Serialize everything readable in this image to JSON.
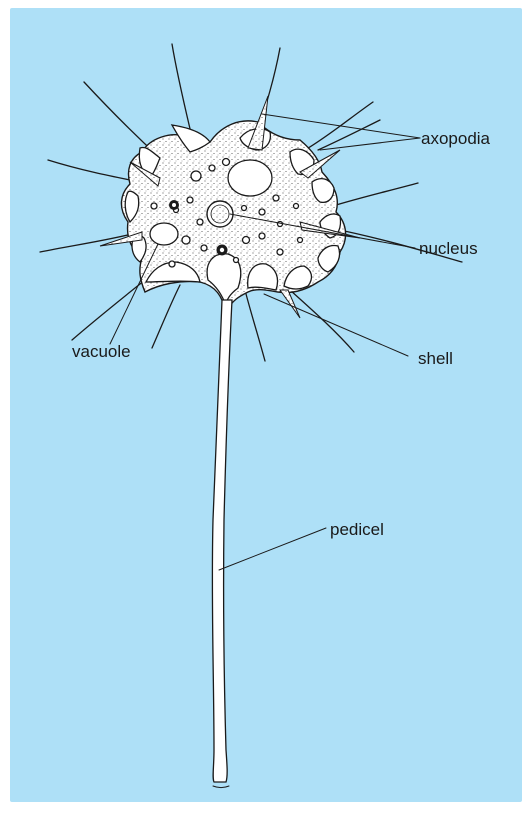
{
  "figure": {
    "background_color": "#aee0f7",
    "ink_color": "#1a1a1a",
    "cell_color": "#ffffff",
    "labels": {
      "axopodia": "axopodia",
      "nucleus": "nucleus",
      "vacuole": "vacuole",
      "shell": "shell",
      "pedicel": "pedicel"
    }
  }
}
